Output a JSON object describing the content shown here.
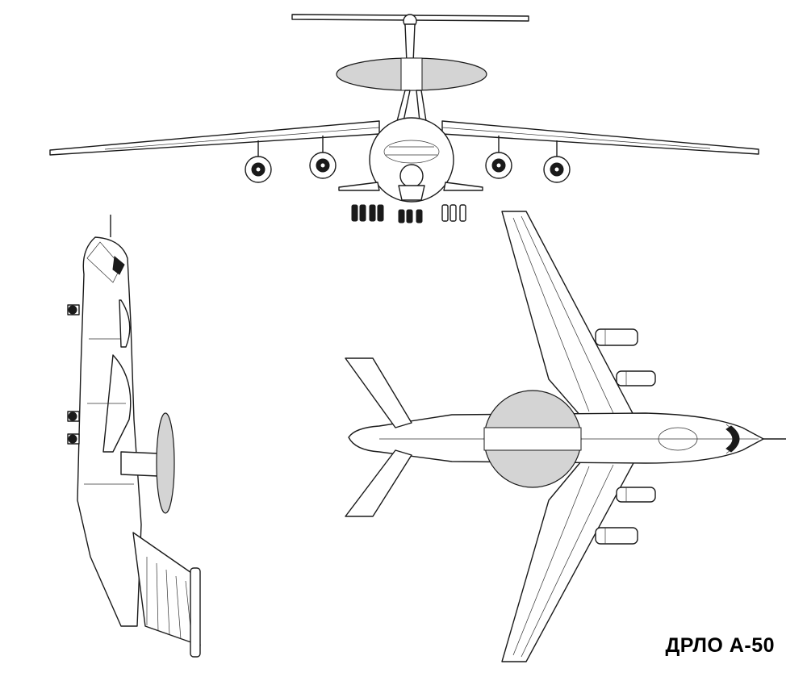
{
  "diagram": {
    "title": "ДРЛО А-50",
    "views": [
      "front",
      "side",
      "top"
    ],
    "colors": {
      "line": "#1a1a1a",
      "radome": "#d4d4d4",
      "background": "#ffffff"
    }
  }
}
